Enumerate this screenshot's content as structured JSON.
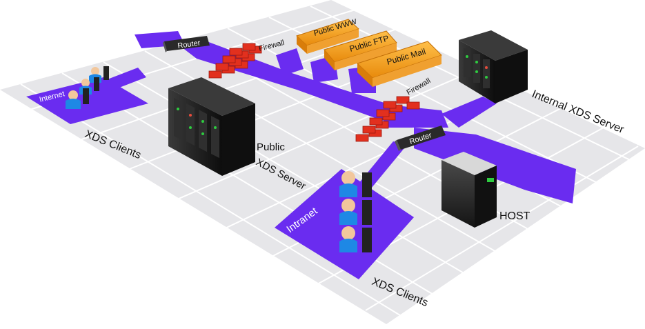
{
  "colors": {
    "network": "#6a2cf0",
    "grid_fill": "#e6e6e9",
    "grid_line": "#ffffff",
    "firewall": "#e2301e",
    "public_servers": "#f39c12",
    "rack": "#1c1c1c",
    "client_shirt": "#1e88e5"
  },
  "labels": {
    "router_top": "Router",
    "firewall_top": "Firewall",
    "router_right": "Router",
    "firewall_right": "Firewall",
    "internet": "Internet",
    "intranet": "Intranet",
    "public_www": "Public WWW",
    "public_ftp": "Public FTP",
    "public_mail": "Public Mail",
    "xds_clients_left": "XDS Clients",
    "public_xds_line1": "Public",
    "public_xds_line2": "XDS Server",
    "internal_xds": "Internal XDS Server",
    "host": "HOST",
    "xds_clients_bottom": "XDS Clients"
  },
  "icons": {
    "router": "router-icon",
    "firewall": "brick-wall-icon",
    "server_rack": "server-rack-icon",
    "host": "host-computer-icon",
    "workstation": "user-workstation-icon"
  }
}
